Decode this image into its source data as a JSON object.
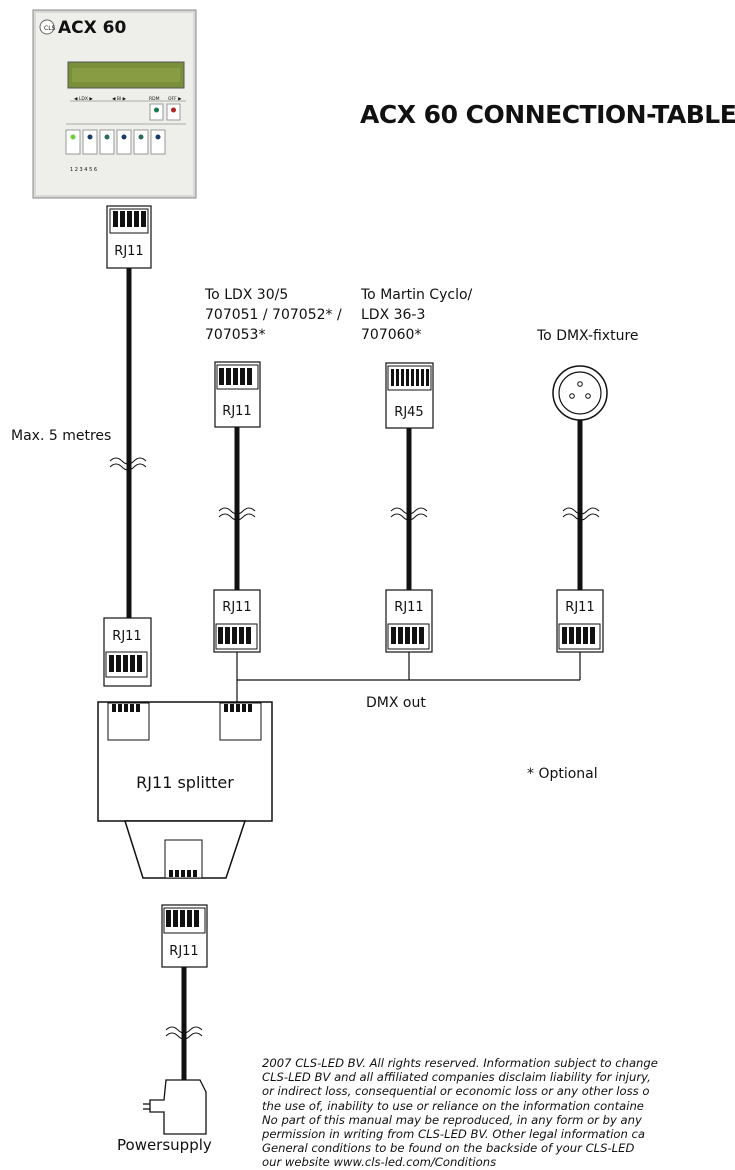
{
  "title": "ACX 60 CONNECTION-TABLE",
  "device": {
    "brand_label": "ACX 60",
    "display_text": ""
  },
  "connectors": {
    "rj11": "RJ11",
    "rj45": "RJ45"
  },
  "labels": {
    "max_length": "Max. 5 metres",
    "ldx_line1": "To LDX 30/5",
    "ldx_line2": "707051 / 707052* /",
    "ldx_line3": "707053*",
    "cyclo_line1": "To Martin Cyclo/",
    "cyclo_line2": "LDX 36-3",
    "cyclo_line3": "707060*",
    "dmx_fixture": "To DMX-fixture",
    "dmx_out": "DMX out",
    "splitter": "RJ11 splitter",
    "optional": "* Optional",
    "powersupply": "Powersupply"
  },
  "disclaimer": [
    "2007 CLS-LED BV. All rights reserved. Information subject to change",
    "CLS-LED BV and all affiliated companies disclaim liability for injury,",
    "or indirect loss, consequential or economic loss or any other loss o",
    "the use of, inability to use or reliance on the information containe",
    "No part of this manual may be reproduced, in any form or by any",
    "permission in writing from CLS-LED BV. Other legal information ca",
    "General conditions to be found on the backside of your CLS-LED",
    "our website www.cls-led.com/Conditions"
  ]
}
